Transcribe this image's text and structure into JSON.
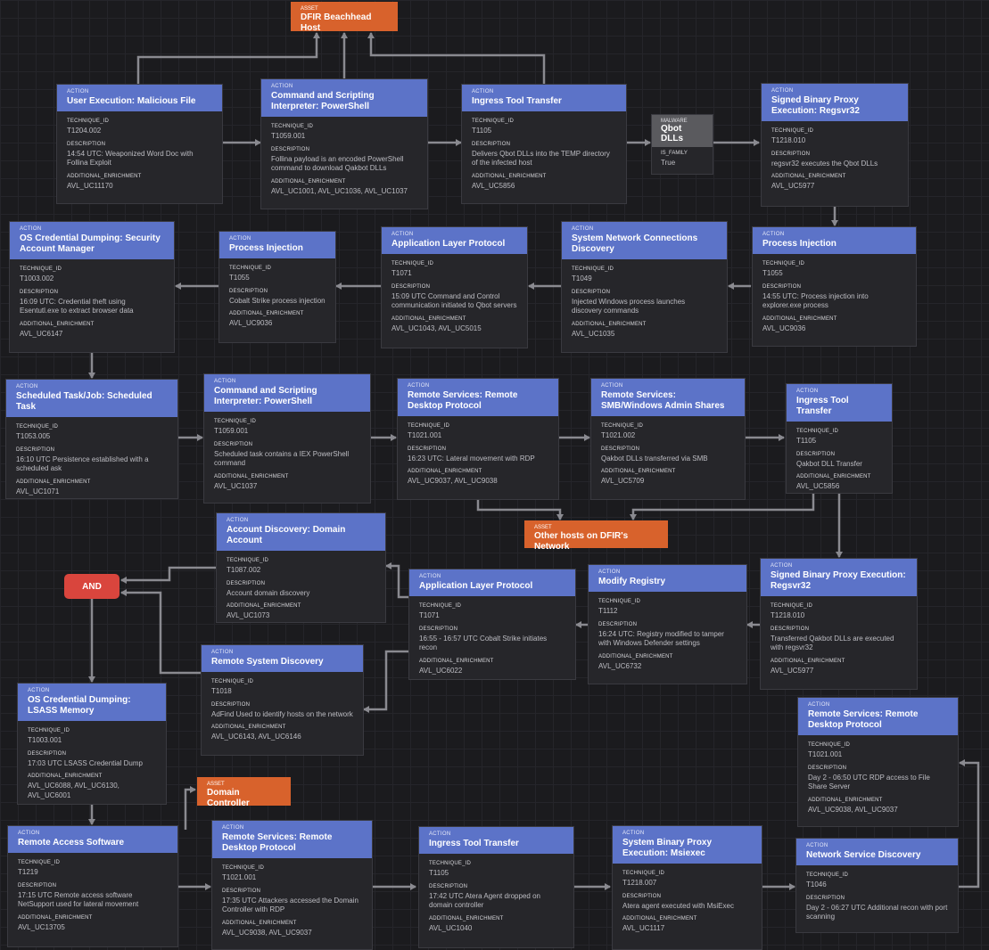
{
  "labels": {
    "action": "ACTION",
    "asset": "ASSET",
    "malware": "MALWARE",
    "technique_id": "TECHNIQUE_ID",
    "description": "DESCRIPTION",
    "additional_enrichment": "ADDITIONAL_ENRICHMENT",
    "is_family": "IS_FAMILY"
  },
  "colors": {
    "action_header": "#5c73c8",
    "asset": "#d8622c",
    "malware_header": "#5a5a5e",
    "operator_and": "#d9453d",
    "edge": "#8a8a90",
    "background": "#1b1b1e"
  },
  "assets": [
    {
      "id": "beachhead",
      "title": "DFIR Beachhead Host"
    },
    {
      "id": "other_hosts",
      "title": "Other hosts on DFIR's Network"
    },
    {
      "id": "dc",
      "title": "Domain Controller"
    }
  ],
  "malware": {
    "title": "Qbot DLLs",
    "is_family": "True"
  },
  "operator": {
    "label": "AND"
  },
  "actions": [
    {
      "id": "a1",
      "title": "User Execution: Malicious File",
      "technique_id": "T1204.002",
      "description": "14:54 UTC: Weaponized Word Doc with Follina Exploit",
      "enrichment": "AVL_UC11170"
    },
    {
      "id": "a2",
      "title": "Command and Scripting Interpreter: PowerShell",
      "technique_id": "T1059.001",
      "description": "Follina payload is an encoded PowerShell command to download Qakbot DLLs",
      "enrichment": "AVL_UC1001, AVL_UC1036, AVL_UC1037"
    },
    {
      "id": "a3",
      "title": "Ingress Tool Transfer",
      "technique_id": "T1105",
      "description": "Delivers Qbot DLLs into the TEMP directory of the infected host",
      "enrichment": "AVL_UC5856"
    },
    {
      "id": "a4",
      "title": "Signed Binary Proxy Execution: Regsvr32",
      "technique_id": "T1218.010",
      "description": "regsvr32 executes the Qbot DLLs",
      "enrichment": "AVL_UC5977"
    },
    {
      "id": "a5",
      "title": "OS Credential Dumping: Security Account Manager",
      "technique_id": "T1003.002",
      "description": "16:09 UTC: Credential theft using Esentutl.exe to extract browser data",
      "enrichment": "AVL_UC6147"
    },
    {
      "id": "a6",
      "title": "Process Injection",
      "technique_id": "T1055",
      "description": "Cobalt Strike process injection",
      "enrichment": "AVL_UC9036"
    },
    {
      "id": "a7",
      "title": "Application Layer Protocol",
      "technique_id": "T1071",
      "description": "15:09 UTC Command and Control communication initiated to Qbot servers",
      "enrichment": "AVL_UC1043, AVL_UC5015"
    },
    {
      "id": "a8",
      "title": "System Network Connections Discovery",
      "technique_id": "T1049",
      "description": "Injected Windows process launches discovery commands",
      "enrichment": "AVL_UC1035"
    },
    {
      "id": "a9",
      "title": "Process Injection",
      "technique_id": "T1055",
      "description": "14:55 UTC: Process injection into explorer.exe process",
      "enrichment": "AVL_UC9036"
    },
    {
      "id": "a10",
      "title": "Scheduled Task/Job: Scheduled Task",
      "technique_id": "T1053.005",
      "description": "16:10 UTC Persistence established with a scheduled ask",
      "enrichment": "AVL_UC1071"
    },
    {
      "id": "a11",
      "title": "Command and Scripting Interpreter: PowerShell",
      "technique_id": "T1059.001",
      "description": "Scheduled task contains a IEX PowerShell command",
      "enrichment": "AVL_UC1037"
    },
    {
      "id": "a12",
      "title": "Remote Services: Remote Desktop Protocol",
      "technique_id": "T1021.001",
      "description": "16:23 UTC: Lateral movement with RDP",
      "enrichment": "AVL_UC9037, AVL_UC9038"
    },
    {
      "id": "a13",
      "title": "Remote Services: SMB/Windows Admin Shares",
      "technique_id": "T1021.002",
      "description": "Qakbot DLLs transferred via SMB",
      "enrichment": "AVL_UC5709"
    },
    {
      "id": "a14",
      "title": "Ingress Tool Transfer",
      "technique_id": "T1105",
      "description": "Qakbot DLL Transfer",
      "enrichment": "AVL_UC5856"
    },
    {
      "id": "a15",
      "title": "Account Discovery: Domain Account",
      "technique_id": "T1087.002",
      "description": "Account domain discovery",
      "enrichment": "AVL_UC1073"
    },
    {
      "id": "a16",
      "title": "Application Layer Protocol",
      "technique_id": "T1071",
      "description": "16:55 - 16:57 UTC  Cobalt Strike initiates recon",
      "enrichment": "AVL_UC6022"
    },
    {
      "id": "a17",
      "title": "Modify Registry",
      "technique_id": "T1112",
      "description": "16:24 UTC: Registry modified to tamper with Windows Defender settings",
      "enrichment": "AVL_UC6732"
    },
    {
      "id": "a18",
      "title": "Signed Binary Proxy Execution: Regsvr32",
      "technique_id": "T1218.010",
      "description": "Transferred Qakbot DLLs are executed with regsvr32",
      "enrichment": "AVL_UC5977"
    },
    {
      "id": "a19",
      "title": "Remote System Discovery",
      "technique_id": "T1018",
      "description": "AdFind Used to identify hosts on the network",
      "enrichment": "AVL_UC6143, AVL_UC6146"
    },
    {
      "id": "a20",
      "title": "OS Credential Dumping: LSASS Memory",
      "technique_id": "T1003.001",
      "description": "17:03 UTC LSASS Credential Dump",
      "enrichment": "AVL_UC6088, AVL_UC6130, AVL_UC6001"
    },
    {
      "id": "a21",
      "title": "Remote Services: Remote Desktop Protocol",
      "technique_id": "T1021.001",
      "description": "Day 2 - 06:50 UTC RDP access to File Share Server",
      "enrichment": "AVL_UC9038, AVL_UC9037"
    },
    {
      "id": "a22",
      "title": "Remote Access Software",
      "technique_id": "T1219",
      "description": "17:15 UTC Remote access software NetSupport used for lateral movement",
      "enrichment": "AVL_UC13705"
    },
    {
      "id": "a23",
      "title": "Remote Services: Remote Desktop Protocol",
      "technique_id": "T1021.001",
      "description": "17:35 UTC Attackers accessed the Domain Controller with RDP",
      "enrichment": "AVL_UC9038, AVL_UC9037"
    },
    {
      "id": "a24",
      "title": "Ingress Tool Transfer",
      "technique_id": "T1105",
      "description": "17:42 UTC Atera Agent dropped on domain controller",
      "enrichment": "AVL_UC1040"
    },
    {
      "id": "a25",
      "title": "System Binary Proxy Execution: Msiexec",
      "technique_id": "T1218.007",
      "description": "Atera agent executed with MsiExec",
      "enrichment": "AVL_UC1117"
    },
    {
      "id": "a26",
      "title": "Network Service Discovery",
      "technique_id": "T1046",
      "description": "Day 2 - 06:27 UTC Additional recon with port scanning",
      "enrichment": ""
    }
  ]
}
